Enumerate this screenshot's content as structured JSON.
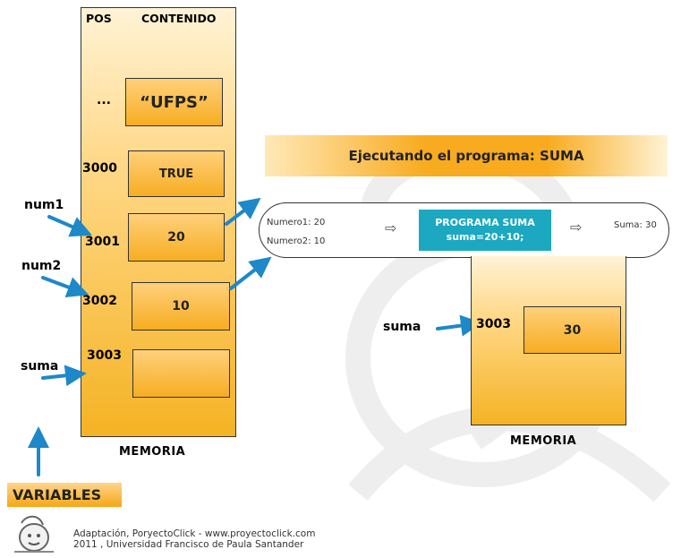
{
  "memory": {
    "header_pos": "POS",
    "header_contenido": "CONTENIDO",
    "rows": [
      {
        "pos": "...",
        "value": "“UFPS”"
      },
      {
        "pos": "3000",
        "value": "TRUE"
      },
      {
        "pos": "3001",
        "value": "20"
      },
      {
        "pos": "3002",
        "value": "10"
      },
      {
        "pos": "3003",
        "value": ""
      }
    ],
    "label": "Memoria"
  },
  "variables": {
    "num1": "num1",
    "num2": "num2",
    "suma": "suma",
    "caption": "VARIABLES"
  },
  "banner": "Ejecutando el programa: SUMA",
  "program": {
    "input1": "Numero1: 20",
    "input2": "Numero2: 10",
    "title": "PROGRAMA SUMA",
    "code": "suma=20+10;",
    "output": "Suma: 30"
  },
  "memory2": {
    "var": "suma",
    "pos": "3003",
    "value": "30",
    "label": "Memoria"
  },
  "footer": {
    "line1": "Adaptación, PoryectoClick - www.proyectoclick.com",
    "line2": "2011 , Universidad Francisco de Paula Santander"
  },
  "colors": {
    "accent": "#f8ab1e",
    "program": "#1ba8c0",
    "arrow": "#1e88c8"
  }
}
